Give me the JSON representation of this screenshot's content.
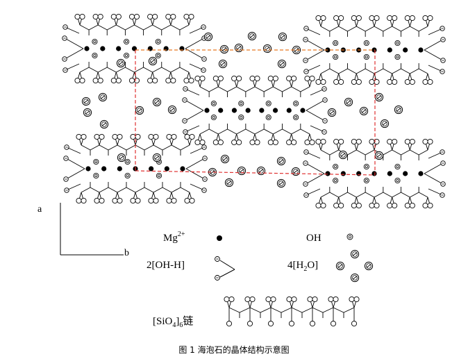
{
  "axes": {
    "a": "a",
    "b": "b"
  },
  "legend": {
    "mg": {
      "text": "Mg",
      "sup": "2+"
    },
    "oh": "OH",
    "ohh": "2[OH-H]",
    "h2o": {
      "pre": "4[H",
      "sub": "2",
      "post": "O]"
    },
    "sio4": {
      "pre": "[SiO",
      "sub1": "4",
      "mid": "]",
      "sub2": "6",
      "post": "链"
    }
  },
  "caption": "图 1    海泡石的晶体结构示意图",
  "colors": {
    "line": "#000000",
    "cell_orange": "#e87722",
    "cell_red": "#e03030"
  }
}
